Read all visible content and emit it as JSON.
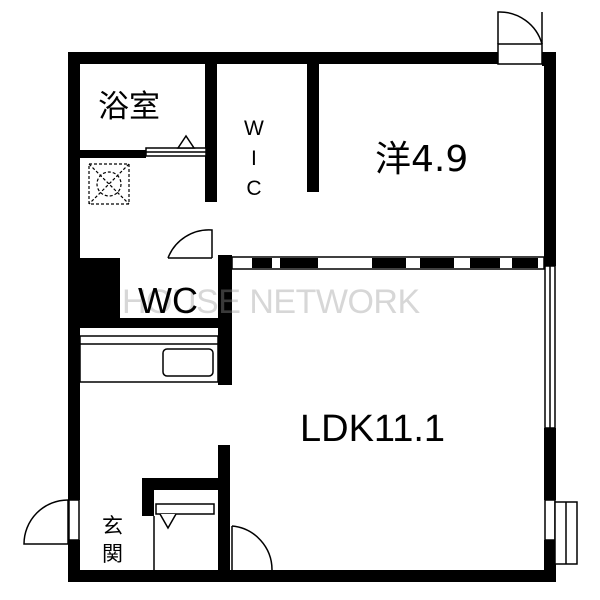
{
  "rooms": {
    "bath": "浴室",
    "wic": [
      "W",
      "I",
      "C"
    ],
    "bedroom": "洋4.9",
    "wc": "WC",
    "ldk": "LDK11.1",
    "entrance": [
      "玄",
      "関"
    ]
  },
  "watermark": "HOUSE NETWORK",
  "colors": {
    "wall": "#000000",
    "fixture": "#555555",
    "watermark": "#969696"
  }
}
